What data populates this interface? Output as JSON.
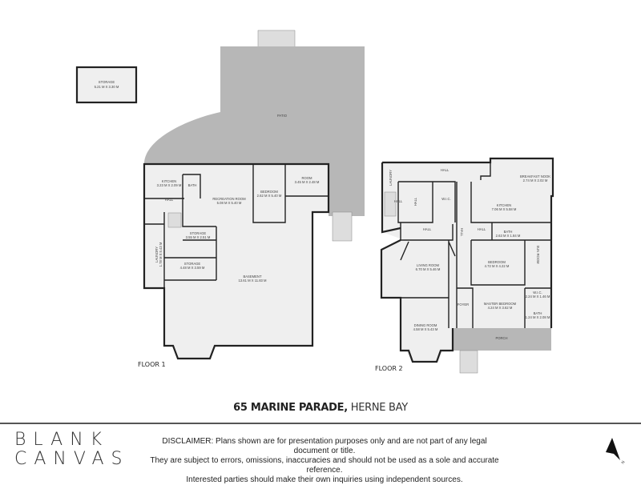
{
  "floor1": {
    "label": "FLOOR 1",
    "rooms": [
      {
        "name": "STORAGE",
        "dims": "5.21 M X 3.30 M"
      },
      {
        "name": "PATIO",
        "dims": ""
      },
      {
        "name": "KITCHEN",
        "dims": "3.23 M X 2.09 M"
      },
      {
        "name": "BATH",
        "dims": ""
      },
      {
        "name": "RECREATION ROOM",
        "dims": "5.08 M X 5.40 M"
      },
      {
        "name": "BEDROOM",
        "dims": "2.62 M X 5.40 M"
      },
      {
        "name": "ROOM",
        "dims": "3.45 M X 2.48 M"
      },
      {
        "name": "HALL",
        "dims": ""
      },
      {
        "name": "STORAGE",
        "dims": "3.55 M X 2.51 M"
      },
      {
        "name": "LAUNDRY",
        "dims": "1.78 M X 5.43 M"
      },
      {
        "name": "STORAGE",
        "dims": "4.48 M X 3.59 M"
      },
      {
        "name": "BASEMENT",
        "dims": "13.61 M X 11.83 M"
      }
    ]
  },
  "floor2": {
    "label": "FLOOR 2",
    "rooms": [
      {
        "name": "HALL",
        "dims": ""
      },
      {
        "name": "LAUNDRY",
        "dims": ""
      },
      {
        "name": "HALL",
        "dims": ""
      },
      {
        "name": "W.I.C.",
        "dims": ""
      },
      {
        "name": "HALL",
        "dims": ""
      },
      {
        "name": "BREAKFAST NOOK",
        "dims": "2.74 M X 2.02 M"
      },
      {
        "name": "KITCHEN",
        "dims": "7.06 M X 5.58 M"
      },
      {
        "name": "HALL",
        "dims": ""
      },
      {
        "name": "HALL",
        "dims": ""
      },
      {
        "name": "BATH",
        "dims": "2.63 M X 1.84 M"
      },
      {
        "name": "LIVING ROOM",
        "dims": "6.70 M X 5.46 M"
      },
      {
        "name": "BEDROOM",
        "dims": "4.72 M X 4.22 M"
      },
      {
        "name": "SUN ROOM",
        "dims": ""
      },
      {
        "name": "W.I.C.",
        "dims": "2.24 M X 1.46 M"
      },
      {
        "name": "BATH",
        "dims": "1.24 M X 2.08 M"
      },
      {
        "name": "FOYER",
        "dims": ""
      },
      {
        "name": "MASTER BEDROOM",
        "dims": "4.24 M X 3.62 M"
      },
      {
        "name": "DINING ROOM",
        "dims": "4.58 M X 5.43 M"
      },
      {
        "name": "PORCH",
        "dims": ""
      },
      {
        "name": "HALL",
        "dims": ""
      }
    ]
  },
  "title": {
    "street": "65 MARINE PARADE,",
    "suburb": "HERNE BAY"
  },
  "logo": {
    "line1": "BLANK",
    "line2": "CANVAS"
  },
  "disclaimer": [
    "DISCLAIMER: Plans shown are for presentation purposes only and are not part of any legal document or title.",
    "They are subject to errors, omissions, inaccuracies and should not be used as a sole and accurate reference.",
    "Interested parties should make their own inquiries using independent sources."
  ],
  "compass": {
    "icon": "north-arrow-icon",
    "letter": "N"
  }
}
